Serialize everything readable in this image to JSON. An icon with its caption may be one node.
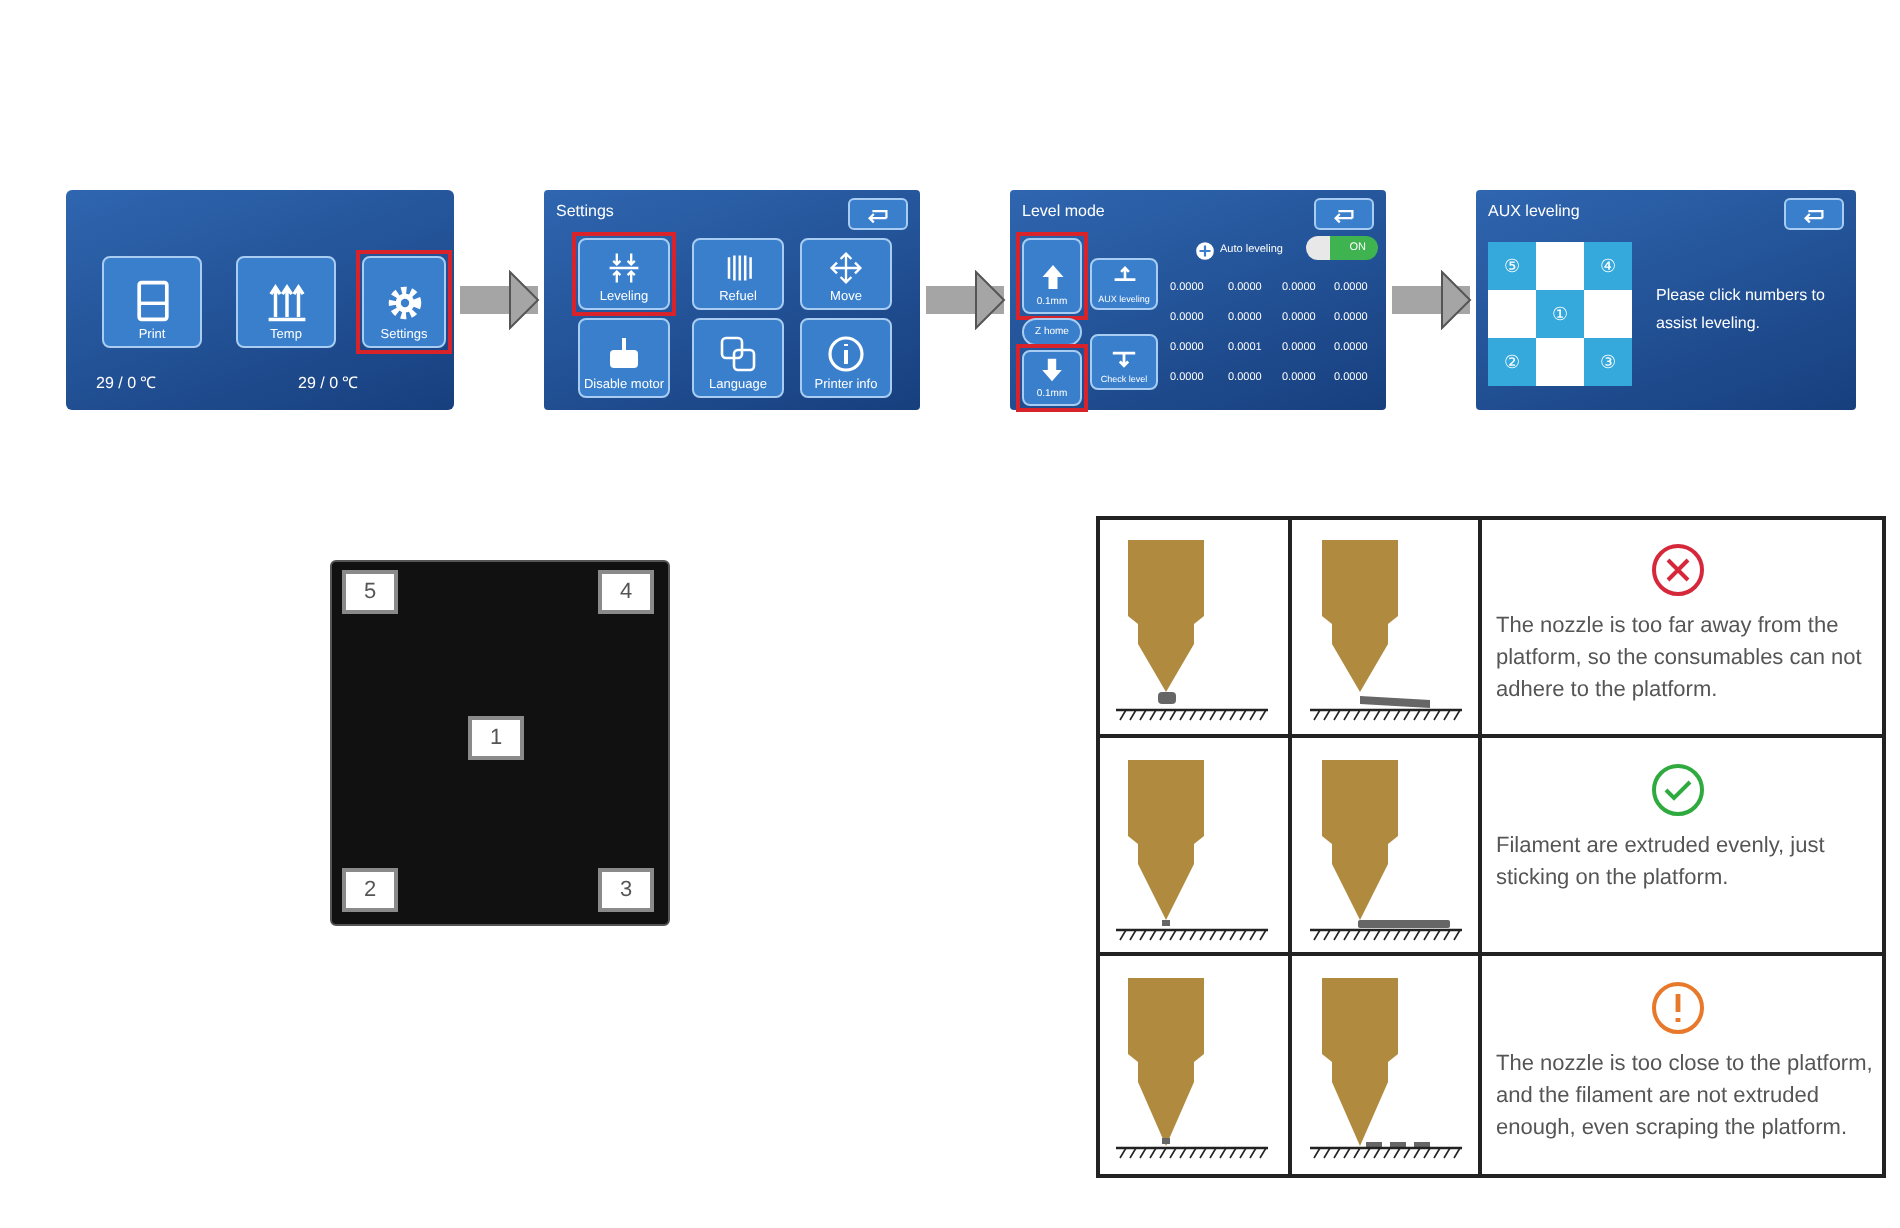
{
  "diagram": {
    "nodes": [
      {
        "text": [],
        "shape": "box"
      },
      {
        "text": [
          "Print"
        ],
        "in": 0
      },
      {
        "text": [
          "Temp"
        ],
        "in": 0
      },
      {
        "text": [
          "Settings"
        ],
        "in": 0
      },
      {
        "text": [
          "Settings"
        ]
      },
      {
        "text": [
          "Leveling"
        ],
        "in": 4
      },
      {
        "text": [
          "Refuel"
        ],
        "in": 4
      },
      {
        "text": [
          "Move"
        ],
        "in": 4
      },
      {
        "text": [
          "Disable motor"
        ],
        "in": 4
      },
      {
        "text": [
          "Language"
        ],
        "in": 4
      },
      {
        "text": [
          "Printer info"
        ],
        "in": 4
      },
      {
        "text": [
          "Level mode"
        ]
      },
      {
        "text": [
          "0.1mm"
        ],
        "in": 11
      },
      {
        "text": [
          "Z home"
        ],
        "in": 11
      },
      {
        "text": [
          "0.1mm"
        ],
        "in": 11
      },
      {
        "text": [
          "AUX leveling"
        ],
        "in": 11
      },
      {
        "text": [
          "Check level"
        ],
        "in": 11
      },
      {
        "text": [
          "Auto leveling"
        ],
        "in": 11
      },
      {
        "text": [
          "ON"
        ],
        "in": 11
      },
      {
        "text": [
          "AUX leveling"
        ]
      },
      {
        "text": [
          "⑤"
        ],
        "in": 19
      },
      {
        "text": [
          "④"
        ],
        "in": 19
      },
      {
        "text": [
          "①"
        ],
        "in": 19
      },
      {
        "text": [
          "②"
        ],
        "in": 19
      },
      {
        "text": [
          "③"
        ],
        "in": 19
      },
      {
        "text": [],
        "shape": "box"
      },
      {
        "text": [
          "5"
        ],
        "in": 25
      },
      {
        "text": [
          "4"
        ],
        "in": 25
      },
      {
        "text": [
          "1"
        ],
        "in": 25
      },
      {
        "text": [
          "2"
        ],
        "in": 25
      },
      {
        "text": [
          "3"
        ],
        "in": 25
      },
      {
        "text": [],
        "shape": "box",
        "in": 4
      },
      {
        "text": [],
        "shape": "box",
        "in": 11
      },
      {
        "text": [],
        "shape": "box",
        "in": 19
      }
    ],
    "edges": [
      {
        "from": 0,
        "to": 4,
        "arrow": "to"
      },
      {
        "from": 4,
        "to": 11,
        "arrow": "to"
      },
      {
        "from": 11,
        "to": 19,
        "arrow": "to"
      }
    ],
    "labels": [
      "29 / 0 ℃",
      "29 / 0 ℃",
      "0.0000",
      "0.0000",
      "0.0000",
      "0.0000",
      "0.0000",
      "0.0000",
      "0.0000",
      "0.0000",
      "0.0000",
      "0.0001",
      "0.0000",
      "0.0000",
      "0.0000",
      "0.0000",
      "0.0000",
      "0.0000",
      "Please click numbers to assist leveling.",
      "The nozzle is too far away from the platform, so the consumables can not adhere to the platform.",
      "Filament are extruded evenly, just sticking on the platform.",
      "The nozzle is too close to the platform, and the filament are not extruded enough, even scraping the platform."
    ]
  }
}
